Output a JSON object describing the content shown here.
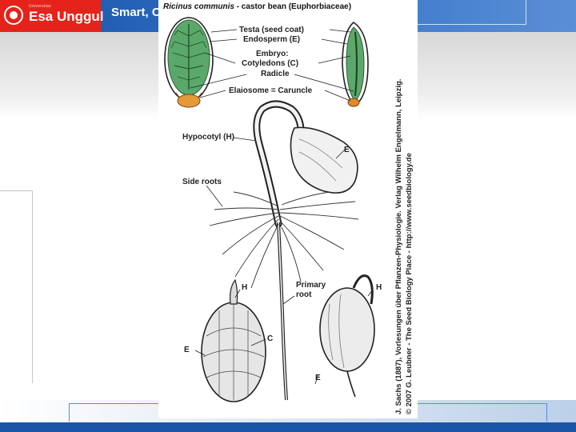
{
  "header": {
    "logo_small": "Universitas",
    "logo_text": "Esa Unggul",
    "tagline": "Smart, Cr",
    "colors": {
      "logo_red": "#e5231b",
      "bar_blue": "#1a55a8"
    }
  },
  "figure": {
    "title_species": "Ricinus communis",
    "title_rest": " - castor bean (Euphorbiaceae)",
    "labels": {
      "testa": "Testa (seed coat)",
      "endosperm": "Endosperm (E)",
      "embryo": "Embryo:",
      "cotyledons": "Cotyledons (C)",
      "radicle": "Radicle",
      "elaiosome": "Elaiosome = Caruncle",
      "hypocotyl": "Hypocotyl (H)",
      "e_top": "E",
      "side_roots": "Side roots",
      "h_left": "H",
      "primary_root_1": "Primary",
      "primary_root_2": "root",
      "h_right": "H",
      "c": "C",
      "e_left": "E",
      "e_bottom": "E"
    },
    "credit_line1": "J. Sachs (1887), Vorlesungen über Pflanzen-Physiologie. Verlag Wilhelm Engelmann, Leipzig.",
    "credit_line2": "© 2007 G. Leubner - The Seed Biology Place - http://www.seedbiology.de"
  }
}
